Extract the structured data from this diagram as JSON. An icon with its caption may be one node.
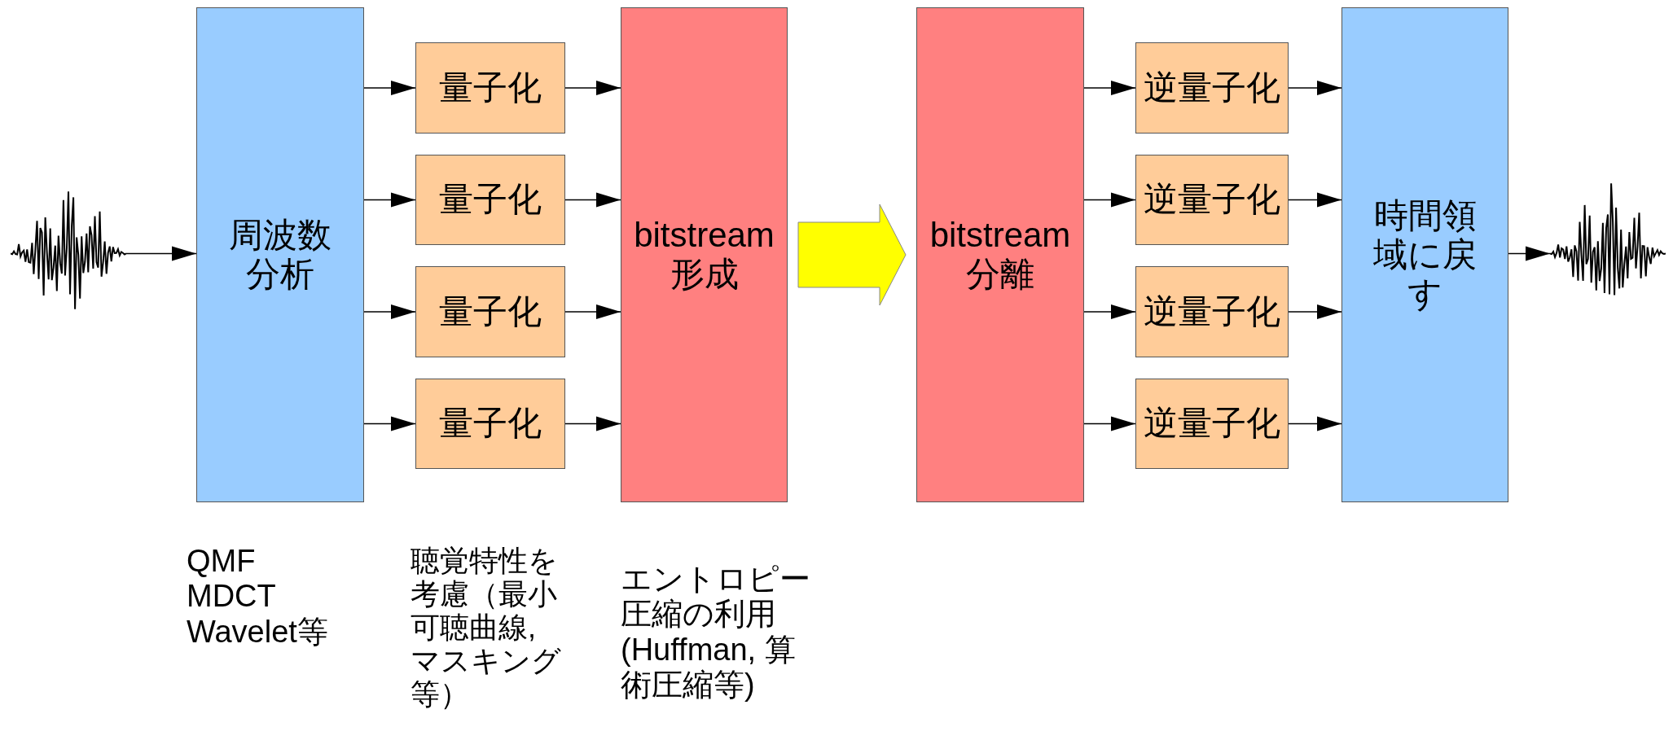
{
  "diagram": {
    "nodes": [
      {
        "text": [],
        "shape": "picture"
      },
      {
        "text": [
          "周波数分析"
        ]
      },
      {
        "text": [
          "量子化"
        ]
      },
      {
        "text": [
          "量子化"
        ]
      },
      {
        "text": [
          "量子化"
        ]
      },
      {
        "text": [
          "量子化"
        ]
      },
      {
        "text": [
          "bitstream形成"
        ]
      },
      {
        "text": [
          "bitstream分離"
        ]
      },
      {
        "text": [
          "逆量子化"
        ]
      },
      {
        "text": [
          "逆量子化"
        ]
      },
      {
        "text": [
          "逆量子化"
        ]
      },
      {
        "text": [
          "逆量子化"
        ]
      },
      {
        "text": [
          "時間領域に戻す"
        ]
      },
      {
        "text": [],
        "shape": "picture"
      }
    ],
    "edges": [
      {
        "from": 0,
        "to": 1,
        "arrow": "to"
      },
      {
        "from": 1,
        "to": 2,
        "arrow": "to"
      },
      {
        "from": 1,
        "to": 3,
        "arrow": "to"
      },
      {
        "from": 1,
        "to": 4,
        "arrow": "to"
      },
      {
        "from": 1,
        "to": 5,
        "arrow": "to"
      },
      {
        "from": 2,
        "to": 6,
        "arrow": "to"
      },
      {
        "from": 3,
        "to": 6,
        "arrow": "to"
      },
      {
        "from": 4,
        "to": 6,
        "arrow": "to"
      },
      {
        "from": 5,
        "to": 6,
        "arrow": "to"
      },
      {
        "from": 6,
        "to": 7,
        "arrow": "to",
        "style": "thick",
        "color": "#ffff00"
      },
      {
        "from": 7,
        "to": 8,
        "arrow": "to"
      },
      {
        "from": 7,
        "to": 9,
        "arrow": "to"
      },
      {
        "from": 7,
        "to": 10,
        "arrow": "to"
      },
      {
        "from": 7,
        "to": 11,
        "arrow": "to"
      },
      {
        "from": 8,
        "to": 12,
        "arrow": "to"
      },
      {
        "from": 9,
        "to": 12,
        "arrow": "to"
      },
      {
        "from": 10,
        "to": 12,
        "arrow": "to"
      },
      {
        "from": 11,
        "to": 12,
        "arrow": "to"
      },
      {
        "from": 12,
        "to": 13,
        "arrow": "to"
      }
    ],
    "labels": [
      "QMF MDCT Wavelet等",
      "聴覚特性を考慮（最小可聴曲線, マスキング等）",
      "エントロピー圧縮の利用(Huffman, 算術圧縮等)"
    ]
  }
}
